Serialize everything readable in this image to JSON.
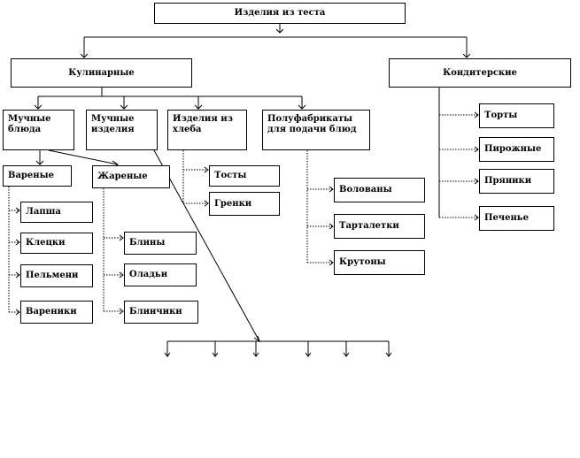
{
  "nodes": {
    "root": "Изделия из теста",
    "culinary": "Кулинарные",
    "confectionery": "Кондитерские",
    "flour_dishes": "Мучные блюда",
    "flour_products": "Мучные изделия",
    "bread_products": "Изделия из хлеба",
    "semi_products": "Полуфабрикаты для подачи блюд",
    "boiled": "Вареные",
    "fried": "Жареные",
    "lapsha": "Лапша",
    "klecki": "Клецки",
    "pelmeni": "Пельмени",
    "vareniki": "Вареники",
    "bliny": "Блины",
    "oladi": "Оладьи",
    "blinchiki": "Блинчики",
    "tosty": "Тосты",
    "grenki": "Гренки",
    "voloveny": "Волованы",
    "tartaletki": "Тарталетки",
    "krutony": "Крутоны",
    "torty": "Торты",
    "pirozhnye": "Пирожные",
    "pryaniki": "Пряники",
    "pechene": "Печенье"
  }
}
